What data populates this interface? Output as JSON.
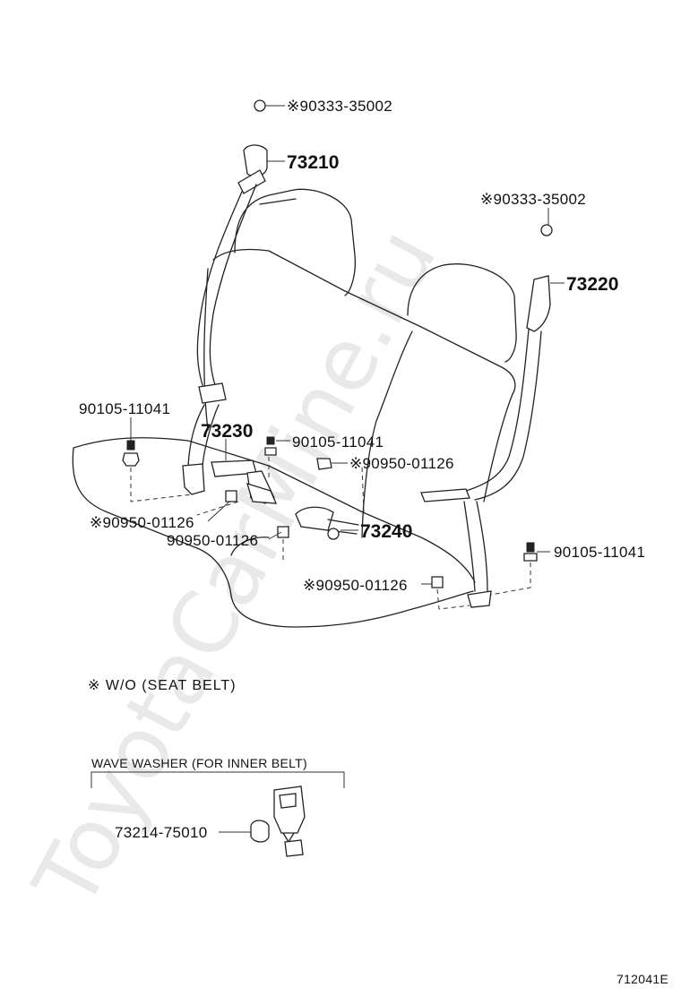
{
  "watermark": "ToyotaCarMine.ru",
  "labels": {
    "p_90333_35002_left": "※90333-35002",
    "p_73210": "73210",
    "p_90333_35002_right": "※90333-35002",
    "p_73220": "73220",
    "p_90105_11041_left": "90105-11041",
    "p_73230": "73230",
    "p_90105_11041_mid": "90105-11041",
    "p_90950_01126_right_mid": "※90950-01126",
    "p_90950_01126_left": "※90950-01126",
    "p_90950_01126_center": "90950-01126",
    "p_73240": "73240",
    "p_90105_11041_right": "90105-11041",
    "p_90950_01126_bottom": "※90950-01126"
  },
  "note": "※  W/O (SEAT  BELT)",
  "inset": {
    "title": "WAVE WASHER (FOR INNER BELT)",
    "part": "73214-75010"
  },
  "figure_id": "712041E"
}
